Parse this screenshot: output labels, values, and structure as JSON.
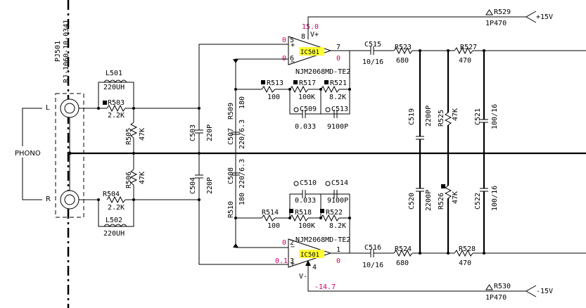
{
  "connector": {
    "ref": "PJ501",
    "part": "RJ-1060-10-0341",
    "box_label": "PHONO",
    "left_label": "L",
    "right_label": "R"
  },
  "rails": {
    "pos_ref": "R529",
    "pos_value": "1P470",
    "pos_supply": "+15V",
    "neg_ref": "R530",
    "neg_value": "1P470",
    "neg_supply": "-15V"
  },
  "ics": {
    "top": {
      "ref": "IC501",
      "part": "NJM2068MD-TE2",
      "pin_plus": "5",
      "pin_minus": "6",
      "pin_out": "7",
      "pin_v": "8",
      "v_label": "V+",
      "pin_volt_plus": "0",
      "pin_volt_minus": "0",
      "out_volt": "0",
      "supply_volt": "15.0"
    },
    "bottom": {
      "ref": "IC501",
      "part": "NJM2068MD-TE2",
      "pin_minus": "2",
      "pin_plus": "3",
      "pin_out": "1",
      "pin_v": "4",
      "v_label": "V-",
      "pin_volt_minus": "0",
      "pin_volt_plus": "0.1",
      "out_volt": "0",
      "supply_volt": "-14.7"
    }
  },
  "components": {
    "L501": {
      "ref": "L501",
      "value": "220UH"
    },
    "R503": {
      "ref": "R503",
      "value": "2.2K"
    },
    "R505": {
      "ref": "R505",
      "value": "47K"
    },
    "C503": {
      "ref": "C503",
      "value": "220P"
    },
    "C504": {
      "ref": "C504",
      "value": "220P"
    },
    "R506": {
      "ref": "R506",
      "value": "47K"
    },
    "R504": {
      "ref": "R504",
      "value": "2.2K"
    },
    "L502": {
      "ref": "L502",
      "value": "220UH"
    },
    "R509": {
      "ref": "R509",
      "value": "180"
    },
    "C507": {
      "ref": "C507",
      "value": "220/6.3"
    },
    "C508": {
      "ref": "C508",
      "value": "220/6.3"
    },
    "R510": {
      "ref": "R510",
      "value": "180"
    },
    "R513": {
      "ref": "R513",
      "value": "100"
    },
    "R517": {
      "ref": "R517",
      "value": "100K"
    },
    "R521": {
      "ref": "R521",
      "value": "8.2K"
    },
    "C509": {
      "ref": "C509",
      "value": "0.033"
    },
    "C513": {
      "ref": "C513",
      "value": "9100P"
    },
    "C510": {
      "ref": "C510",
      "value": "0.033"
    },
    "C514": {
      "ref": "C514",
      "value": "9100P"
    },
    "R514": {
      "ref": "R514",
      "value": "100"
    },
    "R518": {
      "ref": "R518",
      "value": "100K"
    },
    "R522": {
      "ref": "R522",
      "value": "8.2K"
    },
    "C515": {
      "ref": "C515",
      "value": "10/16"
    },
    "C516": {
      "ref": "C516",
      "value": "10/16"
    },
    "R523": {
      "ref": "R523",
      "value": "680"
    },
    "R524": {
      "ref": "R524",
      "value": "680"
    },
    "C519": {
      "ref": "C519",
      "value": "2200P"
    },
    "C520": {
      "ref": "C520",
      "value": "2200P"
    },
    "R525": {
      "ref": "R525",
      "value": "47K"
    },
    "R526": {
      "ref": "R526",
      "value": "47K"
    },
    "R527": {
      "ref": "R527",
      "value": "470"
    },
    "R528": {
      "ref": "R528",
      "value": "470"
    },
    "C521": {
      "ref": "C521",
      "value": "100/16"
    },
    "C522": {
      "ref": "C522",
      "value": "100/16"
    }
  },
  "colors": {
    "ink": "#000000",
    "voltage": "#cc0066",
    "highlight": "#ffff33"
  }
}
